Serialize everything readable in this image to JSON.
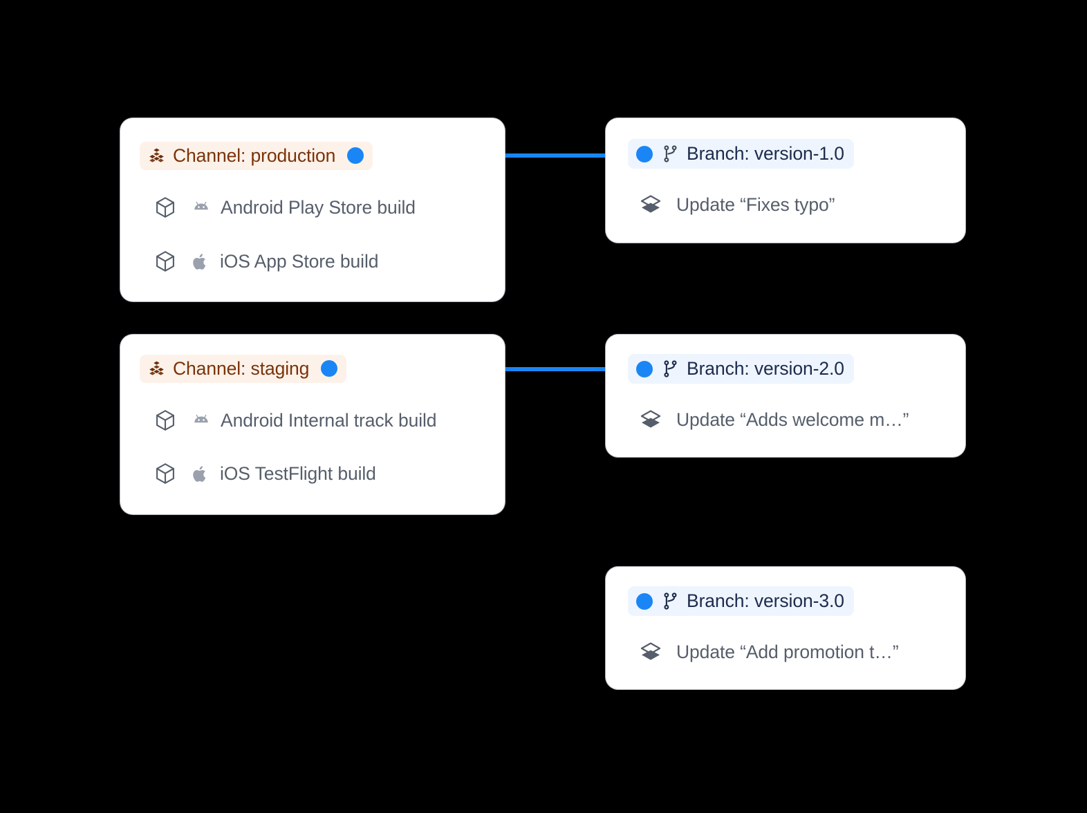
{
  "theme": {
    "background": "#000000",
    "card_background": "#ffffff",
    "accent_blue": "#1a86f5",
    "channel_badge_bg": "#fdf2ea",
    "channel_badge_text": "#7a3309",
    "branch_badge_bg": "#eef5fe",
    "branch_badge_text": "#1d2b4d",
    "body_text": "#565e6b",
    "icon_gray": "#9aa1ac"
  },
  "channels": [
    {
      "badge_label": "Channel: production",
      "badge_icon": "stacked-cubes-icon",
      "builds": [
        {
          "platform_icon": "android-icon",
          "label": "Android Play Store build",
          "cube_icon": "cube-icon"
        },
        {
          "platform_icon": "apple-icon",
          "label": "iOS App Store build",
          "cube_icon": "cube-icon"
        }
      ]
    },
    {
      "badge_label": "Channel: staging",
      "badge_icon": "stacked-cubes-icon",
      "builds": [
        {
          "platform_icon": "android-icon",
          "label": "Android Internal track build",
          "cube_icon": "cube-icon"
        },
        {
          "platform_icon": "apple-icon",
          "label": "iOS TestFlight build",
          "cube_icon": "cube-icon"
        }
      ]
    }
  ],
  "branches": [
    {
      "badge_label": "Branch: version-1.0",
      "badge_icon": "git-branch-icon",
      "update_label": "Update “Fixes typo”",
      "update_icon": "layers-icon",
      "connected": true
    },
    {
      "badge_label": "Branch: version-2.0",
      "badge_icon": "git-branch-icon",
      "update_label": "Update “Adds welcome m…”",
      "update_icon": "layers-icon",
      "connected": true
    },
    {
      "badge_label": "Branch: version-3.0",
      "badge_icon": "git-branch-icon",
      "update_label": "Update “Add promotion t…”",
      "update_icon": "layers-icon",
      "connected": false
    }
  ],
  "connections": [
    {
      "from": "Channel: production",
      "to": "Branch: version-1.0"
    },
    {
      "from": "Channel: staging",
      "to": "Branch: version-2.0"
    }
  ]
}
